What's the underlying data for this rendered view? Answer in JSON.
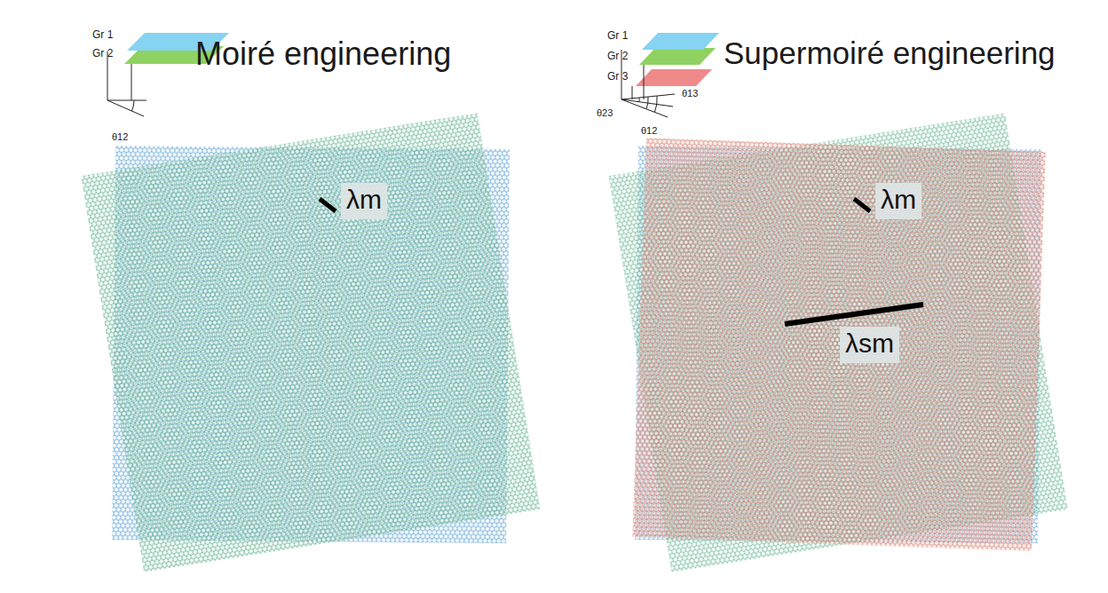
{
  "diagram": {
    "labels": [
      "Gr 1",
      "Gr 2",
      "Moiré engineering",
      "θ12",
      "λm",
      "Gr 1",
      "Gr 2",
      "Gr 3",
      "Supermoiré engineering",
      "θ23",
      "θ12",
      "θ13",
      "λm",
      "λsm"
    ]
  }
}
